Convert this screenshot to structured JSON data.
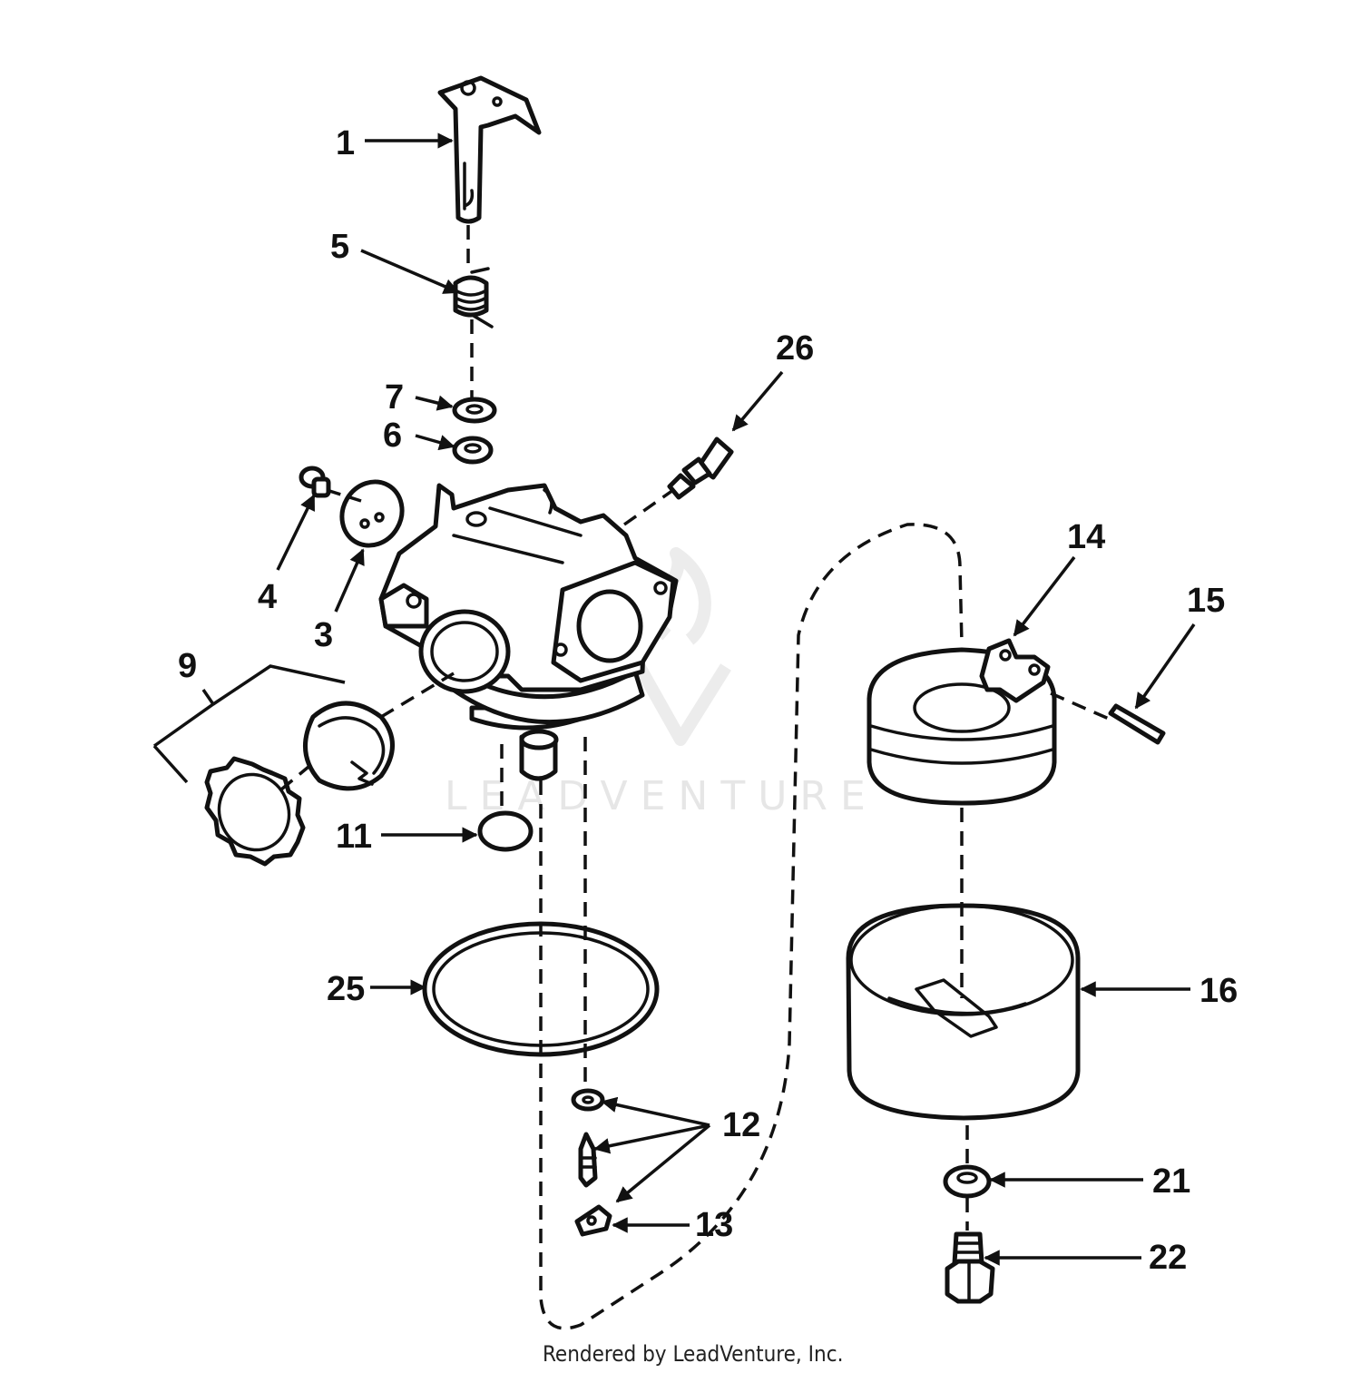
{
  "callouts": {
    "c1": "1",
    "c5": "5",
    "c26": "26",
    "c7": "7",
    "c6": "6",
    "c4": "4",
    "c3": "3",
    "c9": "9",
    "c14": "14",
    "c15": "15",
    "c11": "11",
    "c25": "25",
    "c16": "16",
    "c12": "12",
    "c21": "21",
    "c13": "13",
    "c22": "22"
  },
  "watermark": {
    "text": "LEADVENTURE"
  },
  "footer": {
    "credit": "Rendered by LeadVenture, Inc."
  }
}
